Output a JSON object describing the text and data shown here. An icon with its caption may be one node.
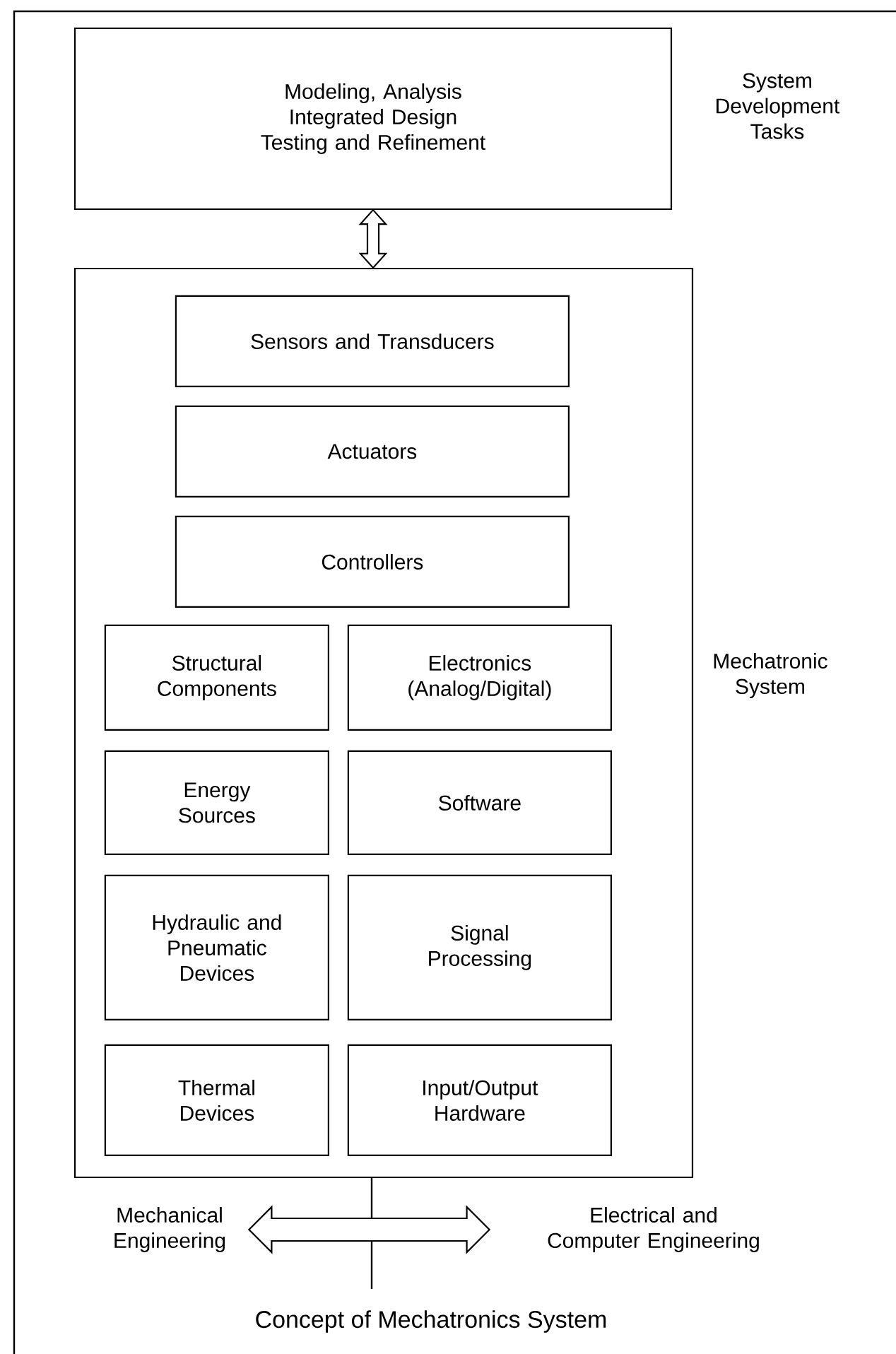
{
  "diagram": {
    "caption": "Concept of Mechatronics System",
    "nodes": [
      {
        "text": [
          "Modeling, Analysis Integrated Design Testing and Refinement"
        ],
        "beside": [
          "System Development Tasks"
        ]
      },
      {
        "text": [],
        "shape": "box",
        "beside": [
          "Mechatronic System"
        ]
      },
      {
        "text": [
          "Sensors and Transducers"
        ],
        "in": 1
      },
      {
        "text": [
          "Actuators"
        ],
        "in": 1
      },
      {
        "text": [
          "Controllers"
        ],
        "in": 1
      },
      {
        "text": [
          "Structural Components"
        ],
        "in": 1
      },
      {
        "text": [
          "Electronics (Analog/Digital)"
        ],
        "in": 1
      },
      {
        "text": [
          "Energy Sources"
        ],
        "in": 1
      },
      {
        "text": [
          "Software"
        ],
        "in": 1
      },
      {
        "text": [
          "Hydraulic and Pneumatic Devices"
        ],
        "in": 1
      },
      {
        "text": [
          "Signal Processing"
        ],
        "in": 1
      },
      {
        "text": [
          "Thermal Devices"
        ],
        "in": 1
      },
      {
        "text": [
          "Input/Output Hardware"
        ],
        "in": 1
      },
      {
        "text": [
          "Mechanical Engineering"
        ]
      },
      {
        "text": [
          "Electrical and Computer Engineering"
        ]
      }
    ],
    "edges": [
      {
        "from": 0,
        "to": 1,
        "arrow": "both"
      },
      {
        "from": 13,
        "to": 14,
        "arrow": "both",
        "style": "thick"
      }
    ]
  }
}
